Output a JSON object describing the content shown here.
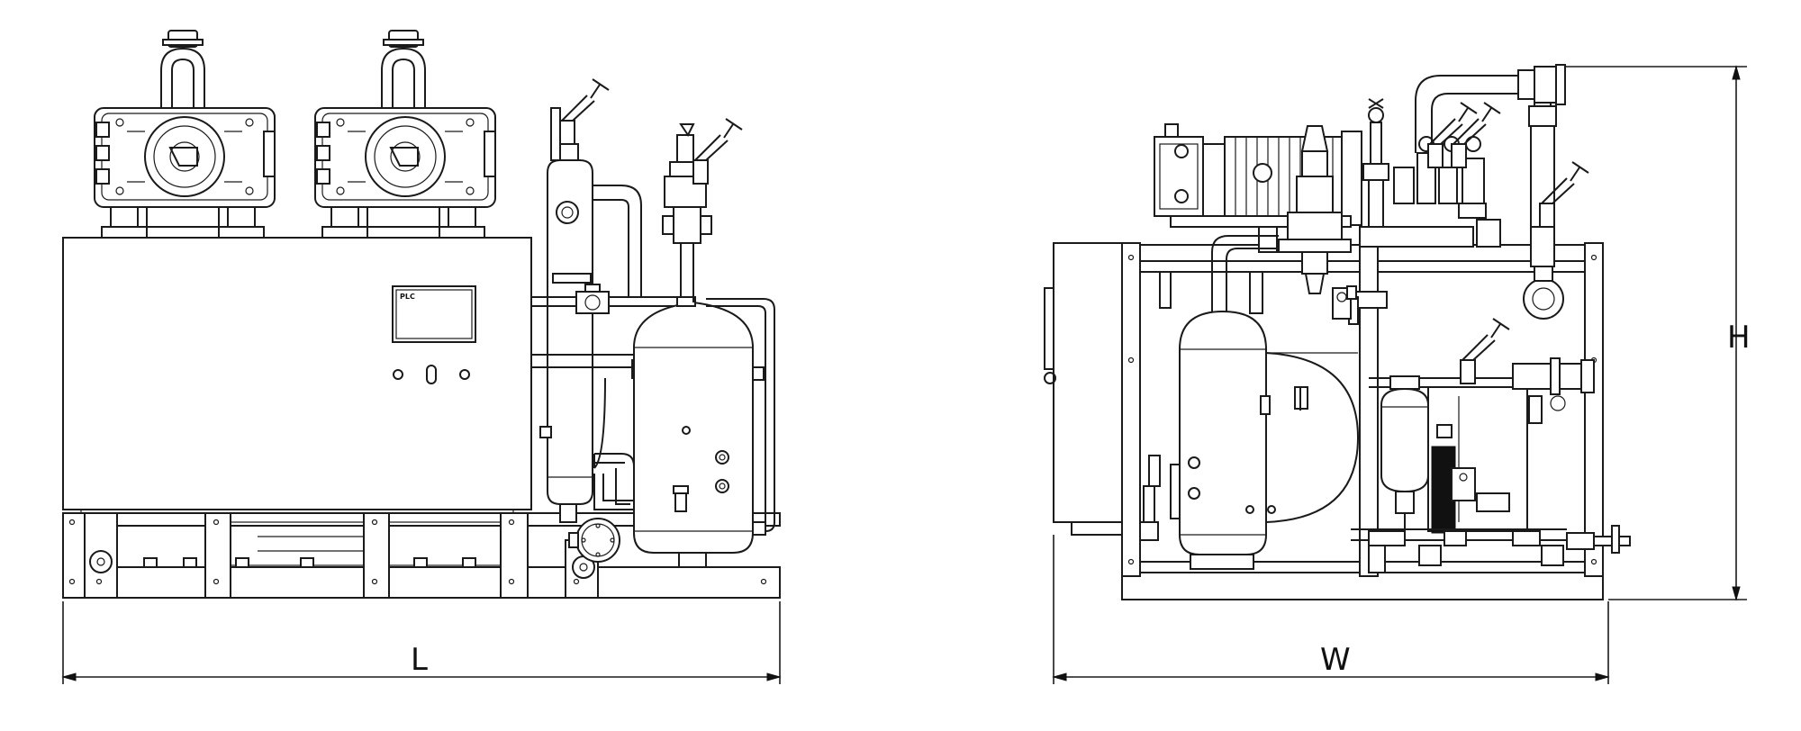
{
  "views": {
    "side": {
      "dimension_label": "L",
      "panel_label": "PLC"
    },
    "end": {
      "width_label": "W",
      "height_label": "H"
    }
  }
}
